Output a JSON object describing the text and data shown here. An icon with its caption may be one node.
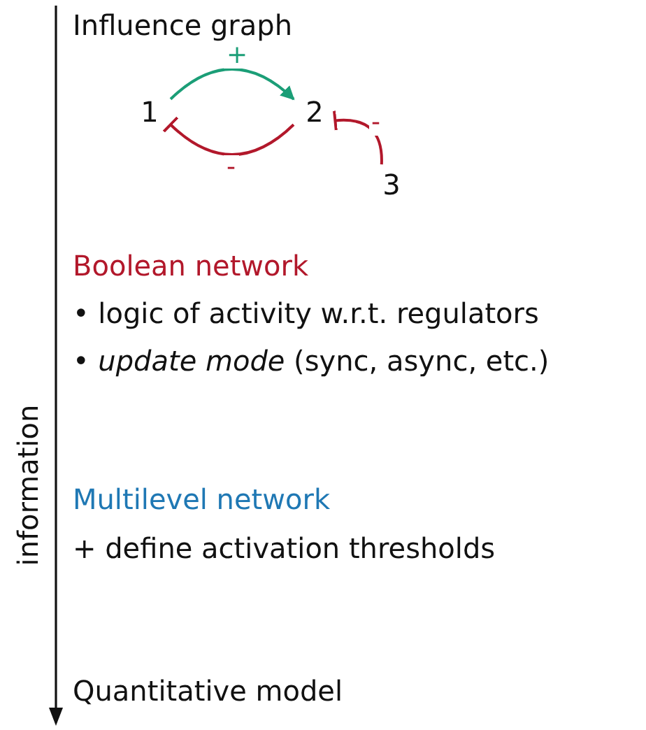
{
  "diagram": {
    "nodes": [
      {
        "text": [
          "1"
        ]
      },
      {
        "text": [
          "2"
        ]
      },
      {
        "text": [
          "3"
        ]
      }
    ],
    "edges": [
      {
        "from": 0,
        "to": 1,
        "arrow": "to",
        "label": "+",
        "color": "#1b9e77"
      },
      {
        "from": 1,
        "to": 0,
        "arrow": "other",
        "label": "-",
        "color": "#b2182b"
      },
      {
        "from": 2,
        "to": 1,
        "arrow": "other",
        "label": "-",
        "color": "#b2182b"
      }
    ],
    "labels": [
      "Influence graph",
      "Boolean network",
      "• logic of activity w.r.t. regulators",
      "• *update mode* (sync, async, etc.)",
      "Multilevel network",
      "+ define activation thresholds",
      "Quantitative model",
      "information"
    ]
  }
}
